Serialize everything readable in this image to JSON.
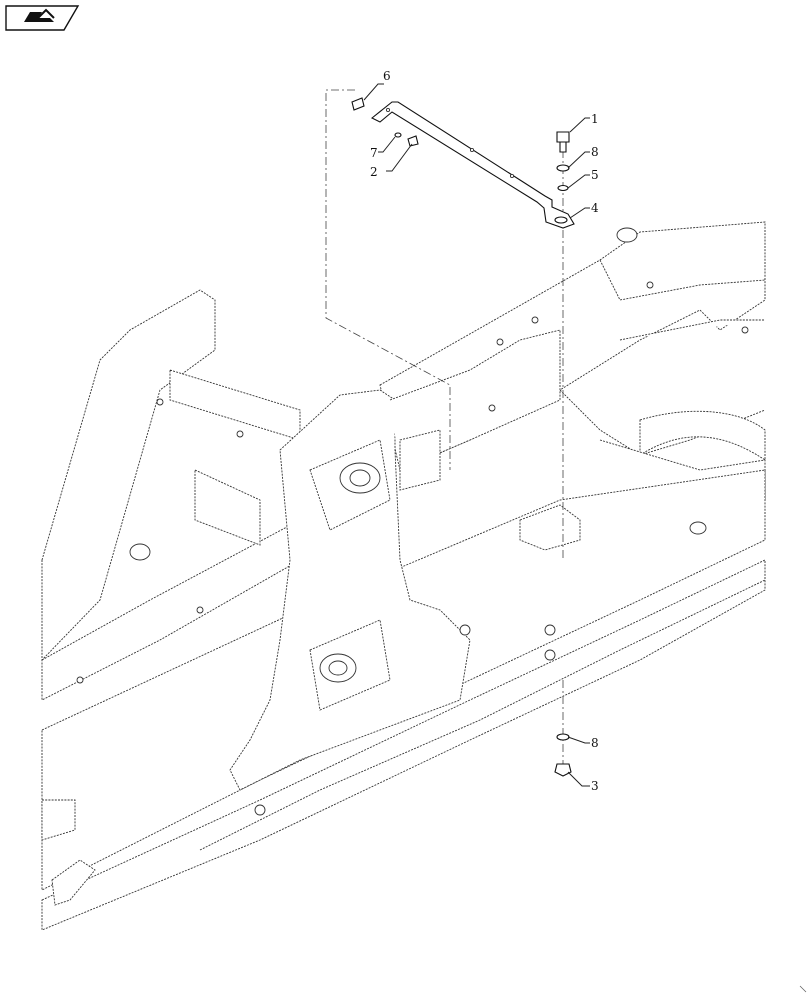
{
  "nav": {
    "icon": "page-turn-icon"
  },
  "callouts": {
    "c1": "1",
    "c2": "2",
    "c3": "3",
    "c4": "4",
    "c5": "5",
    "c6": "6",
    "c7": "7",
    "c8_top": "8",
    "c8_bottom": "8"
  },
  "colors": {
    "line": "#222222",
    "background": "#ffffff"
  }
}
